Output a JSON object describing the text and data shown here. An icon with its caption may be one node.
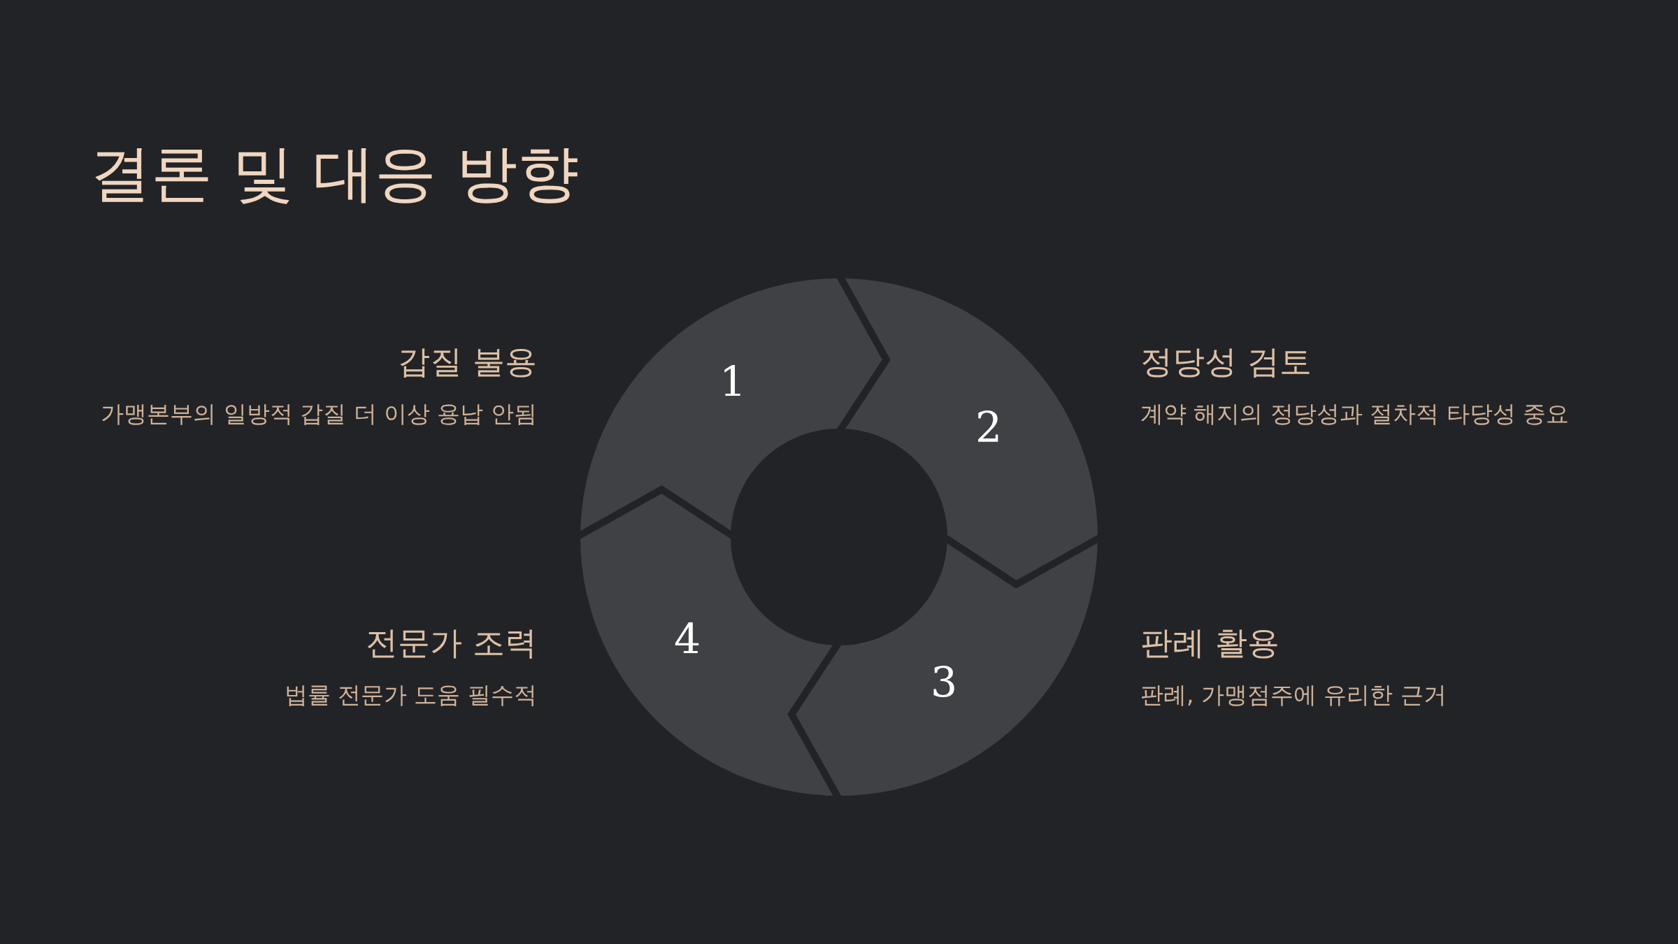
{
  "diagram": {
    "title": "결론 및 대응 방향",
    "nodes": [
      {
        "text": [
          "1"
        ],
        "beside": [
          "갑질 불용",
          "가맹본부의 일방적 갑질 더 이상 용납 안됨"
        ]
      },
      {
        "text": [
          "2"
        ],
        "beside": [
          "정당성 검토",
          "계약 해지의 정당성과 절차적 타당성 중요"
        ]
      },
      {
        "text": [
          "3"
        ],
        "beside": [
          "판례 활용",
          "판례, 가맹점주에 유리한 근거"
        ]
      },
      {
        "text": [
          "4"
        ],
        "beside": [
          "전문가 조력",
          "법률 전문가 도움 필수적"
        ]
      }
    ]
  }
}
